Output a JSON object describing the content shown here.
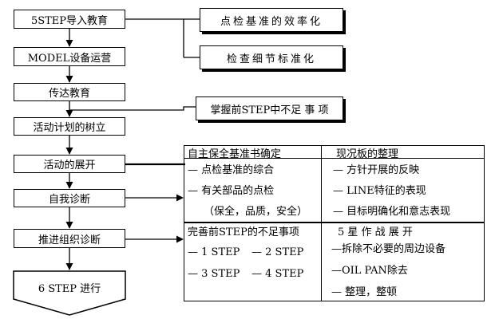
{
  "flow": {
    "step1": "5STEP导入教育",
    "step2": "MODEL设备运营",
    "step3": "传达教育",
    "step4": "活动计划的树立",
    "step5": "活动的展开",
    "step6": "自我诊断",
    "step7": "推进组织诊断",
    "step8": "6 STEP 进行"
  },
  "notes": {
    "note1": "点检基准的效率化",
    "note2": "检查细节标准化",
    "note3": "掌握前STEP中不足 事 项"
  },
  "table": {
    "top_left_header": "自主保全基准书确定",
    "top_right_header": "现况板的整理",
    "top_left_items": [
      "— 点检基准的综合",
      "— 有关部品的点检",
      "（保全，品质，安全）"
    ],
    "top_right_items": [
      "— 方针开展的反映",
      "— LINE特征的表现",
      "— 目标明确化和意志表现"
    ],
    "bottom_left_header": "完善前STEP的不足事项",
    "bottom_right_header": "5 星 作 战 展 开",
    "bottom_left_items": [
      "— 1 STEP",
      "— 2 STEP",
      "— 3 STEP",
      "— 4 STEP"
    ],
    "bottom_right_items": [
      "—拆除不必要的周边设备",
      "—OIL PAN除去",
      "— 整理，整顿"
    ]
  }
}
